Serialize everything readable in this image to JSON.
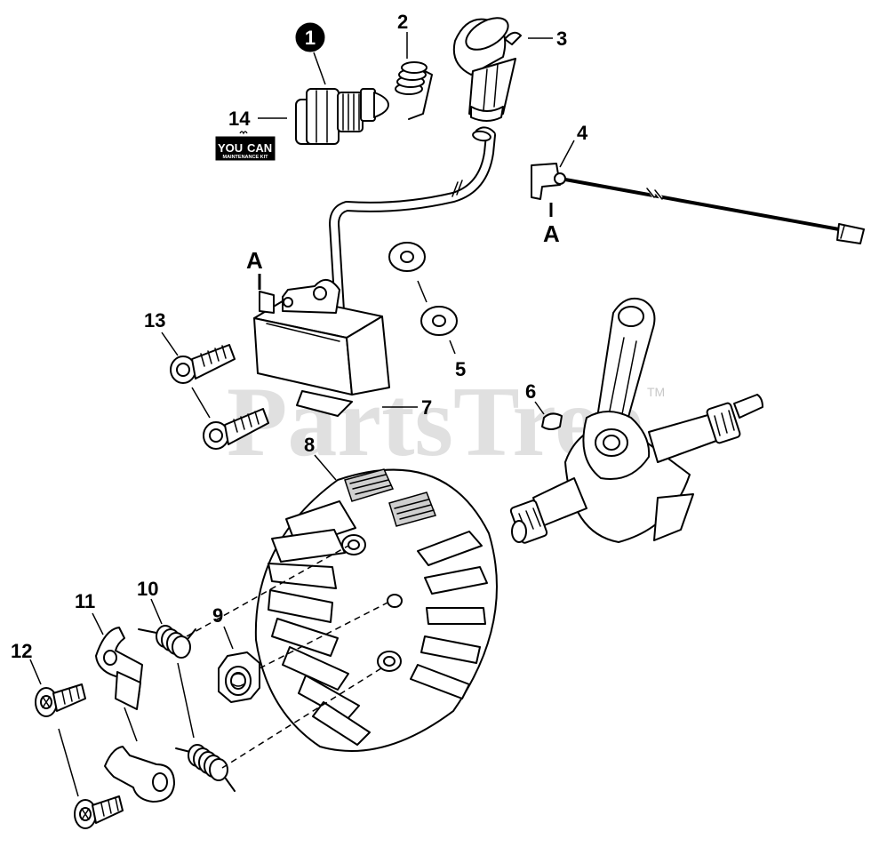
{
  "callouts": {
    "c1": "1",
    "c2": "2",
    "c3": "3",
    "c4": "4",
    "c5": "5",
    "c6": "6",
    "c7": "7",
    "c8": "8",
    "c9": "9",
    "c10": "10",
    "c11": "11",
    "c12": "12",
    "c13": "13",
    "c14": "14"
  },
  "ref_marks": {
    "upper_right": "A",
    "coil": "A"
  },
  "badge": {
    "line1_left": "YOU",
    "line1_right": "CAN",
    "line2": "MAINTENANCE KIT"
  },
  "watermark": {
    "text": "PartsTree",
    "tm": "TM"
  }
}
